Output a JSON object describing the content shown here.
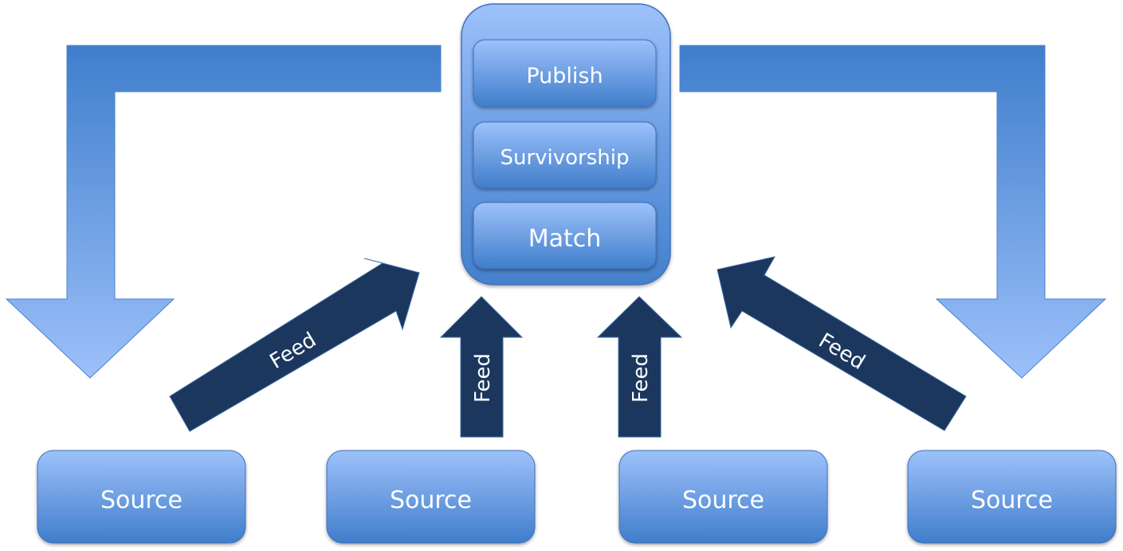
{
  "hub": {
    "stages": [
      {
        "label": "Publish"
      },
      {
        "label": "Survivorship"
      },
      {
        "label": "Match"
      }
    ]
  },
  "sources": [
    {
      "label": "Source"
    },
    {
      "label": "Source"
    },
    {
      "label": "Source"
    },
    {
      "label": "Source"
    }
  ],
  "feeds": [
    {
      "label": "Feed"
    },
    {
      "label": "Feed"
    },
    {
      "label": "Feed"
    },
    {
      "label": "Feed"
    }
  ],
  "colors": {
    "box_top": "#9bbff9",
    "box_bottom": "#3f7cca",
    "box_border": "#3d73bd",
    "feed_arrow": "#1b375e",
    "output_arrow_top": "#3f7cca",
    "output_arrow_bottom": "#9bbff9"
  }
}
